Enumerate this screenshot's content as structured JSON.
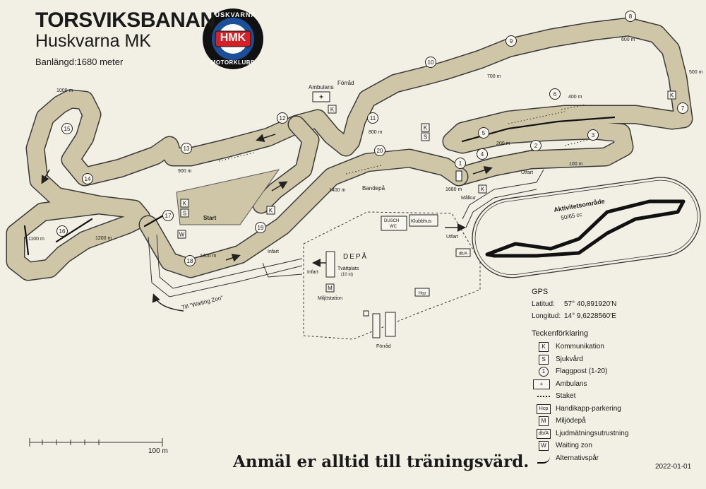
{
  "title": "TORSVIKSBANAN",
  "subtitle": "Huskvarna MK",
  "track_length": "Banlängd:1680 meter",
  "logo": {
    "top": "HUSKVARNA",
    "center": "HMK",
    "bottom": "MOTORKLUBB"
  },
  "distances": [
    "1000 m",
    "900 m",
    "1100 m",
    "1200 m",
    "1300 m",
    "1400 m",
    "1680 m",
    "800 m",
    "700 m",
    "600 m",
    "500 m",
    "400 m",
    "200 m",
    "100 m"
  ],
  "flags": [
    "1",
    "2",
    "3",
    "4",
    "5",
    "6",
    "7",
    "8",
    "9",
    "10",
    "11",
    "12",
    "13",
    "14",
    "15",
    "16",
    "17",
    "18",
    "19",
    "20"
  ],
  "labels": {
    "start": "Start",
    "ambulans": "Ambulans",
    "forrad": "Förråd",
    "bandepa": "Bandepå",
    "malkur": "Målkur",
    "utfart": "Utfart",
    "infart": "Infart",
    "depa": "DEPÅ",
    "tvattplats": "Tvättplats",
    "tvattplats_count": "(10 st)",
    "miljostation": "Miljöstation",
    "dusch": "DUSCH",
    "wc": "WC",
    "klubbhus": "Klubbhus",
    "hcp": "Hcp",
    "dba": "db/A",
    "forrad2": "Förråd",
    "waiting": "Till \"Waiting Zon\"",
    "aktivitet": "Aktivitetsområde",
    "aktivitet_cc": "50/65 cc"
  },
  "gps": {
    "heading": "GPS",
    "lat_label": "Latitud:",
    "lat_value": "57° 40,891920'N",
    "lon_label": "Longitud:",
    "lon_value": "14° 9,6228560'E"
  },
  "legend": {
    "heading": "Teckenförklaring",
    "items": [
      {
        "symbol": "K",
        "label": "Kommunikation"
      },
      {
        "symbol": "S",
        "label": "Sjukvård"
      },
      {
        "symbol": "1",
        "label": "Flaggpost (1-20)"
      },
      {
        "symbol": "+",
        "label": "Ambulans"
      },
      {
        "symbol": "",
        "label": "Staket"
      },
      {
        "symbol": "Hcp",
        "label": "Handikapp-parkering"
      },
      {
        "symbol": "M",
        "label": "Miljödepå"
      },
      {
        "symbol": "db/A",
        "label": "Ljudmätningsutrustning"
      },
      {
        "symbol": "W",
        "label": "Waiting zon"
      },
      {
        "symbol": "",
        "label": "Alternativspår"
      }
    ]
  },
  "scale_label": "100 m",
  "cta": "Anmäl er alltid till träningsvärd.",
  "date": "2022-01-01",
  "colors": {
    "background": "#f2efe4",
    "track": "#cfc6a8",
    "track_edge": "#3a3a3a",
    "logo_red": "#d42027",
    "logo_blue": "#1b4f9a"
  }
}
